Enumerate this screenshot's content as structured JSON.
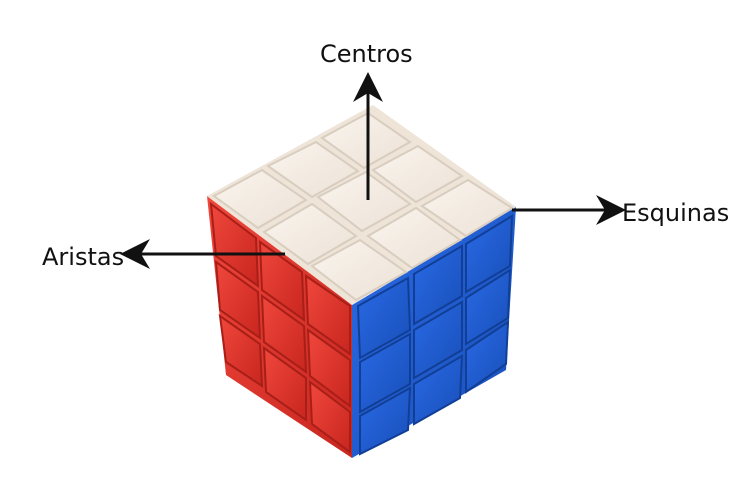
{
  "labels": {
    "centers": "Centros",
    "corners": "Esquinas",
    "edges": "Aristas"
  },
  "colors": {
    "background": "#ffffff",
    "top_face": "#f3ebe1",
    "front_face": "#1f5fd8",
    "left_face": "#e0302a",
    "arrow": "#111111",
    "text": "#111111"
  }
}
